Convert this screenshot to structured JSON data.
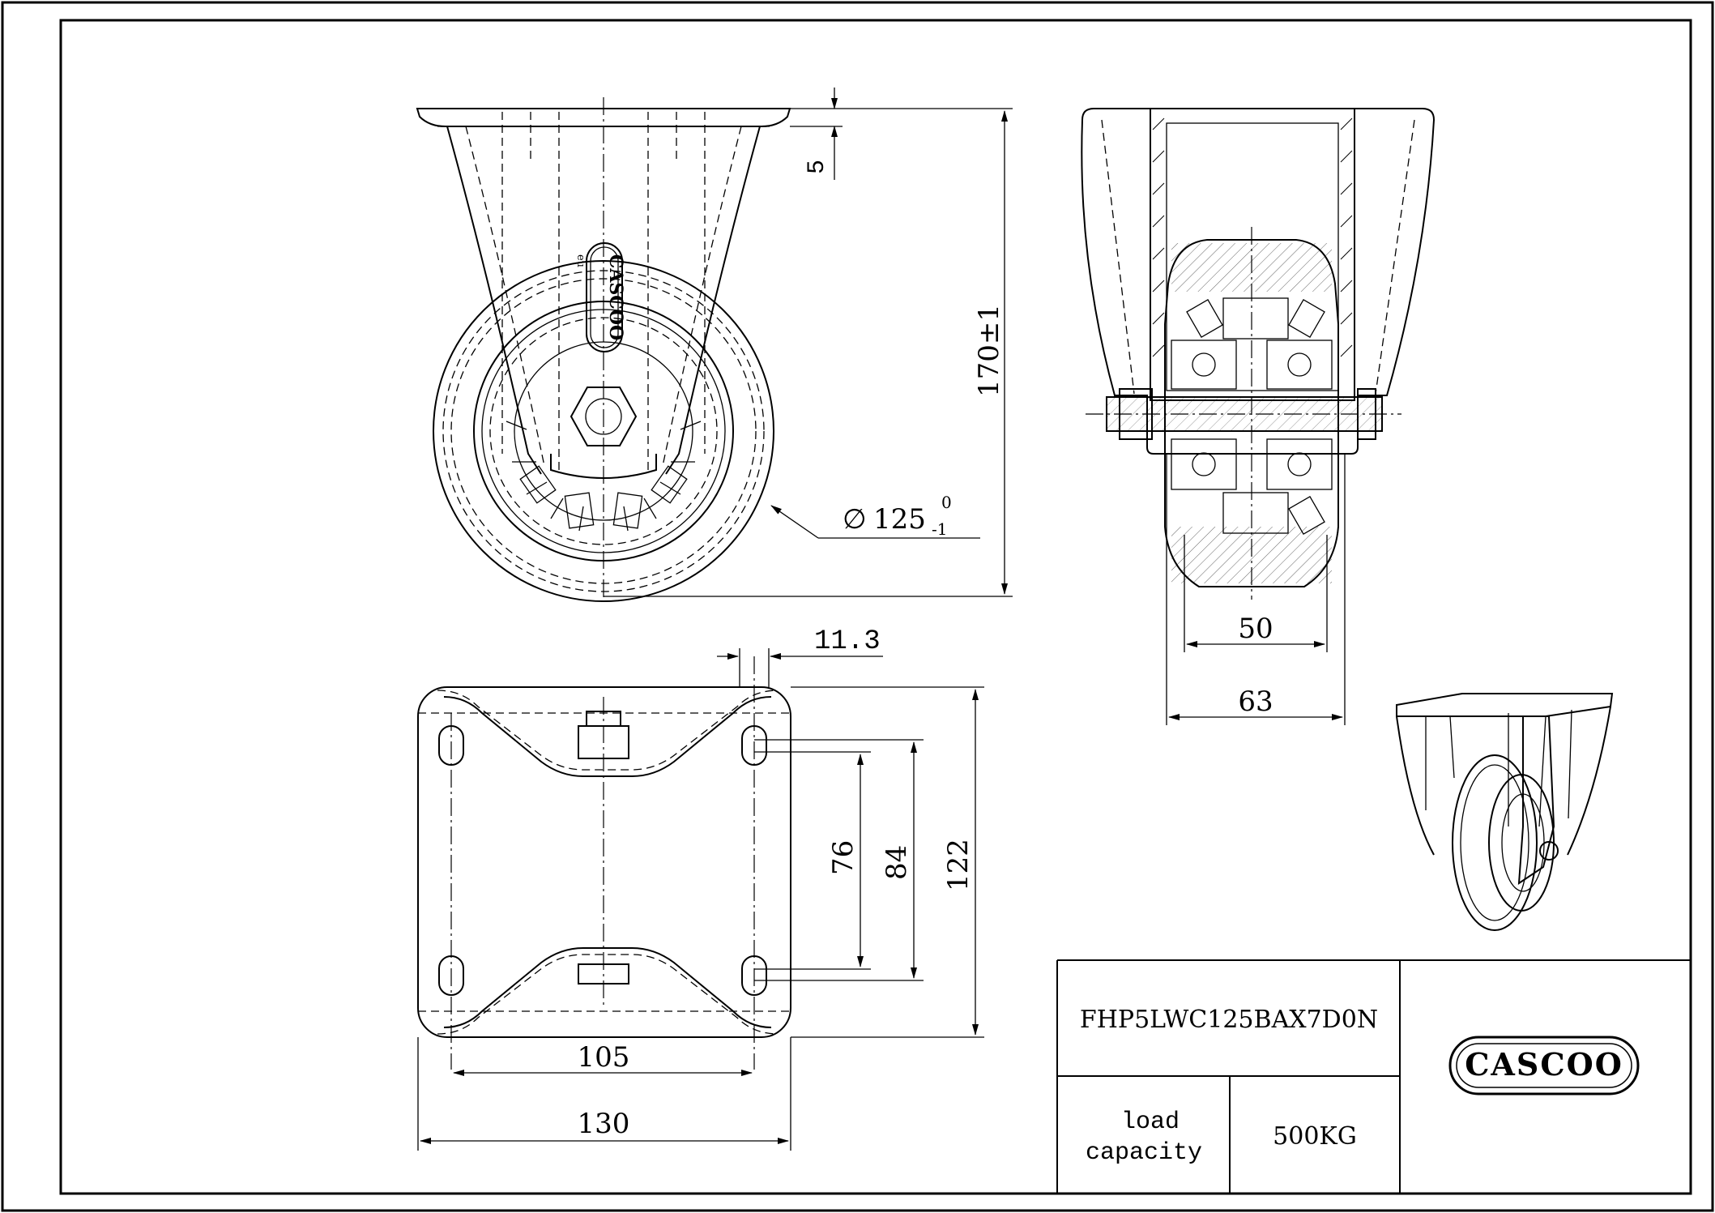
{
  "dimensions": {
    "front": {
      "plate_thickness": "5",
      "height": "170±1",
      "diameter_symbol": "∅",
      "diameter_value": "125",
      "diameter_tol_upper": "0",
      "diameter_tol_lower": "-1"
    },
    "side": {
      "wheel_width": "50",
      "overall_width": "63"
    },
    "top": {
      "offset": "11.3",
      "hole_spacing_y_inner": "76",
      "hole_spacing_y_outer": "84",
      "plate_length": "122",
      "hole_spacing_x": "105",
      "plate_width": "130"
    }
  },
  "logo": {
    "text": "CASCOO",
    "small_text": "eu"
  },
  "title_block": {
    "part_number": "FHP5LWC125BAX7D0N",
    "load_label_line1": "load",
    "load_label_line2": "capacity",
    "load_value": "500KG",
    "logo_text": "CASCOO"
  }
}
